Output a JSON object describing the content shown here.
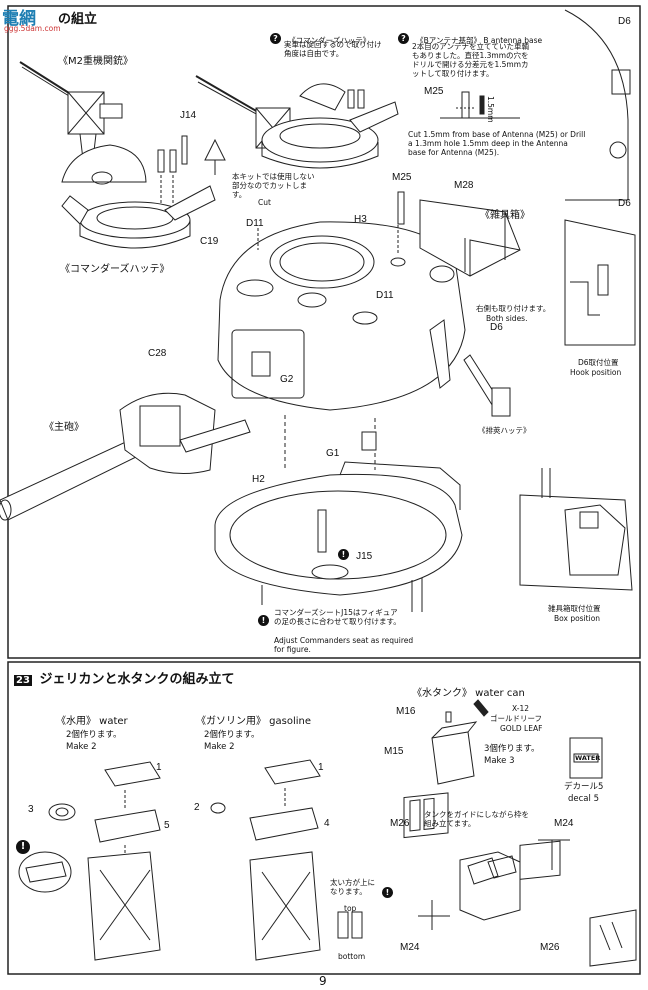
{
  "watermark": {
    "text": "電網",
    "sub": "ggg.5dam.com"
  },
  "step22": {
    "title": "の組立",
    "m2_label": "《M2重機関銃》",
    "commander_hatch_label": "《コマンダーズハッテ》",
    "commander_hatch_top": "《コマンダーズハッテ》",
    "commander_note": "実車は旋回するので取り付け角度は自由です。",
    "cut_note_jp": "本キットでは使用しない部分なのでカットします。",
    "cut": "Cut",
    "antenna_title": "《Bアンテナ基部》 B antenna base",
    "antenna_jp": "2本目のアンテナを立てていた車輌もありました。直径1.3mmの穴をドリルで開ける分差元を1.5mmカットして取り付けます。",
    "antenna_en": "Cut 1.5mm from base of Antenna (M25) or Drill a 1.3mm hole 1.5mm deep in the Antenna base for Antenna (M25).",
    "dim": "1.5mm",
    "tool_box": "《雑具箱》",
    "both_sides_jp": "右側も取り付けます。",
    "both_sides_en": "Both sides.",
    "main_gun": "《主砲》",
    "exhaust_hatch": "《排莢ハッテ》",
    "hook_jp": "D6取付位置",
    "hook_en": "Hook position",
    "box_jp": "雑具箱取付位置",
    "box_en": "Box position",
    "seat_jp": "コマンダーズシートJ15はフィギュアの足の長さに合わせて取り付けます。",
    "seat_en": "Adjust Commanders seat as required for figure.",
    "parts": {
      "j14": "J14",
      "d11a": "D11",
      "c19": "C19",
      "h3": "H3",
      "m25a": "M25",
      "m25b": "M25",
      "m28": "M28",
      "d11b": "D11",
      "d6a": "D6",
      "d6b": "D6",
      "d6c": "D6",
      "c28": "C28",
      "g2": "G2",
      "g1": "G1",
      "h2": "H2",
      "j15": "J15"
    }
  },
  "step23": {
    "number": "23",
    "title": "ジェリカンと水タンクの組み立て",
    "water_label": "《水用》 water",
    "gasoline_label": "《ガソリン用》 gasoline",
    "make2_jp": "2個作ります。",
    "make2_en": "Make 2",
    "make2b_jp": "2個作ります。",
    "make2b_en": "Make 2",
    "water_can_label": "《水タンク》 water can",
    "make3_jp": "3個作ります。",
    "make3_en": "Make 3",
    "paint_code": "X-12",
    "paint_name": "ゴールドリーフ",
    "paint_en": "GOLD LEAF",
    "decal_jp": "デカール5",
    "decal_en": "decal 5",
    "decal_word": "WATER",
    "guide_note": "タンクをガイドにしながら枠を組み立てます。",
    "thick_note": "太い方が上になります。",
    "top": "top",
    "bottom": "bottom",
    "parts": {
      "p1a": "1",
      "p3": "3",
      "p5": "5",
      "p1b": "1",
      "p2": "2",
      "p4": "4",
      "m16": "M16",
      "m15": "M15",
      "m26a": "M26",
      "m24a": "M24",
      "m24b": "M24",
      "m26b": "M26"
    }
  },
  "page_number": "9"
}
